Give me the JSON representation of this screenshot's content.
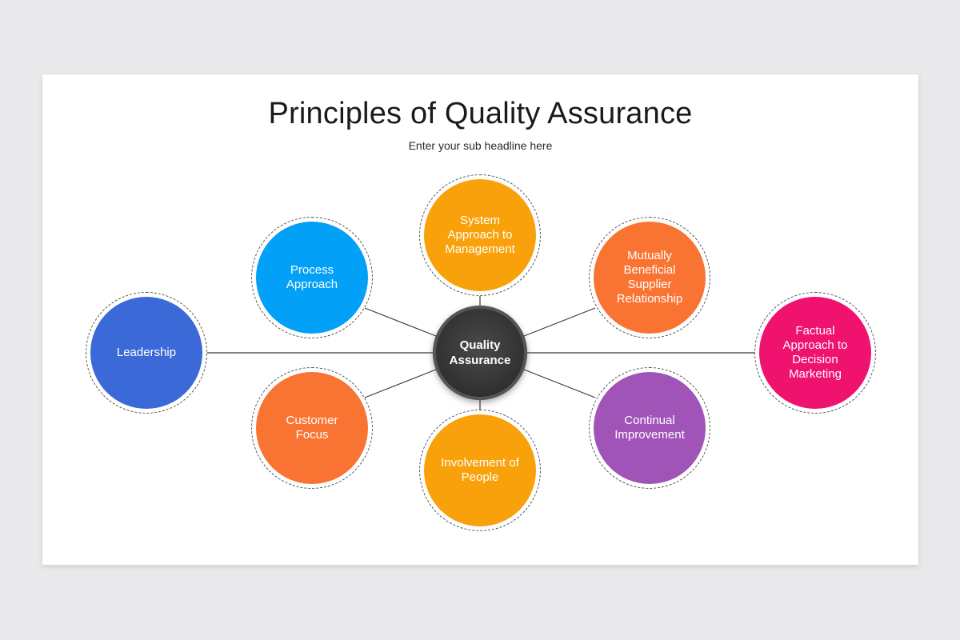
{
  "slide": {
    "title": "Principles of Quality Assurance",
    "subtitle": "Enter your sub headline here"
  },
  "hub": {
    "label": "Quality\nAssurance",
    "color": "#333333"
  },
  "principles": [
    {
      "label": "Leadership",
      "color": "#3b6ad8"
    },
    {
      "label": "Process\nApproach",
      "color": "#03a0f7"
    },
    {
      "label": "System\nApproach to\nManagement",
      "color": "#f9a10a"
    },
    {
      "label": "Mutually\nBeneficial\nSupplier\nRelationship",
      "color": "#f97333"
    },
    {
      "label": "Factual\nApproach to\nDecision\nMarketing",
      "color": "#f0126f"
    },
    {
      "label": "Customer\nFocus",
      "color": "#f97333"
    },
    {
      "label": "Involvement of\nPeople",
      "color": "#f9a10a"
    },
    {
      "label": "Continual\nImprovement",
      "color": "#a054b8"
    }
  ]
}
